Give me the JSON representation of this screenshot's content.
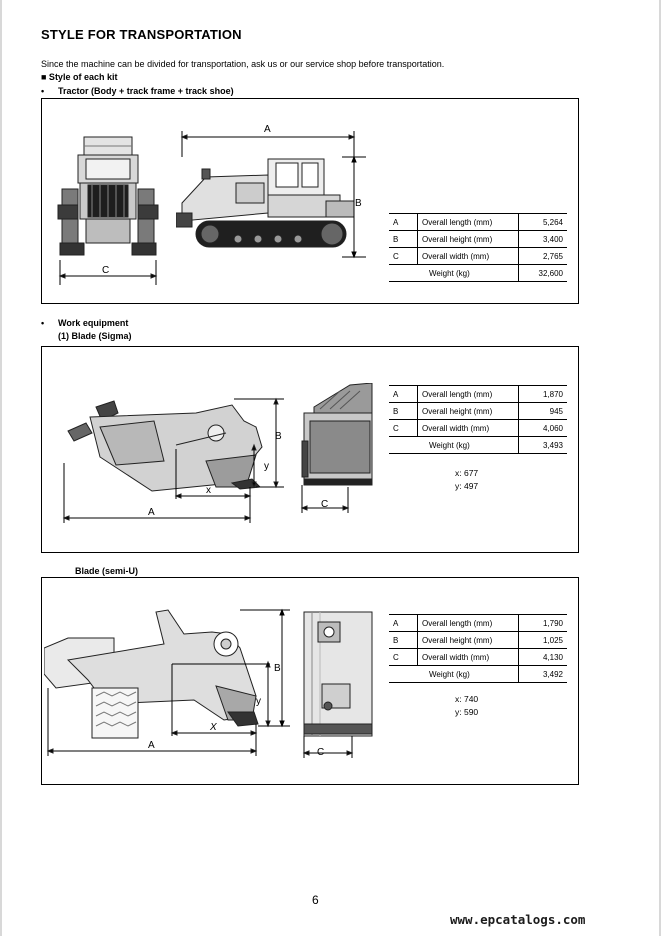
{
  "page": {
    "title": "STYLE FOR TRANSPORTATION",
    "intro": "Since the machine can be divided for transportation, ask us or our service shop before transportation.",
    "kit_heading": "■ Style of each kit",
    "bullet": "•",
    "page_number": "6",
    "watermark": "www.epcatalogs.com"
  },
  "tractor": {
    "heading": "Tractor (Body + track frame + track shoe)",
    "dim_labels": {
      "a": "A",
      "b": "B",
      "c": "C"
    },
    "specs": [
      {
        "key": "A",
        "label": "Overall length (mm)",
        "value": "5,264"
      },
      {
        "key": "B",
        "label": "Overall height (mm)",
        "value": "3,400"
      },
      {
        "key": "C",
        "label": "Overall width (mm)",
        "value": "2,765"
      }
    ],
    "weight": {
      "label": "Weight (kg)",
      "value": "32,600"
    }
  },
  "work_equipment": {
    "heading": "Work equipment",
    "sigma": {
      "heading": "(1)  Blade (Sigma)",
      "dim_labels": {
        "a": "A",
        "b": "B",
        "c": "C",
        "x": "x",
        "y": "y"
      },
      "specs": [
        {
          "key": "A",
          "label": "Overall length (mm)",
          "value": "1,870"
        },
        {
          "key": "B",
          "label": "Overall height (mm)",
          "value": "945"
        },
        {
          "key": "C",
          "label": "Overall width (mm)",
          "value": "4,060"
        }
      ],
      "weight": {
        "label": "Weight (kg)",
        "value": "3,493"
      },
      "x": "x: 677",
      "y": "y: 497"
    },
    "semi_u": {
      "heading": "Blade (semi-U)",
      "dim_labels": {
        "a": "A",
        "b": "B",
        "c": "C",
        "x": "X",
        "y": "y"
      },
      "specs": [
        {
          "key": "A",
          "label": "Overall length (mm)",
          "value": "1,790"
        },
        {
          "key": "B",
          "label": "Overall height (mm)",
          "value": "1,025"
        },
        {
          "key": "C",
          "label": "Overall width (mm)",
          "value": "4,130"
        }
      ],
      "weight": {
        "label": "Weight (kg)",
        "value": "3,492"
      },
      "x": "x: 740",
      "y": "y: 590"
    }
  }
}
